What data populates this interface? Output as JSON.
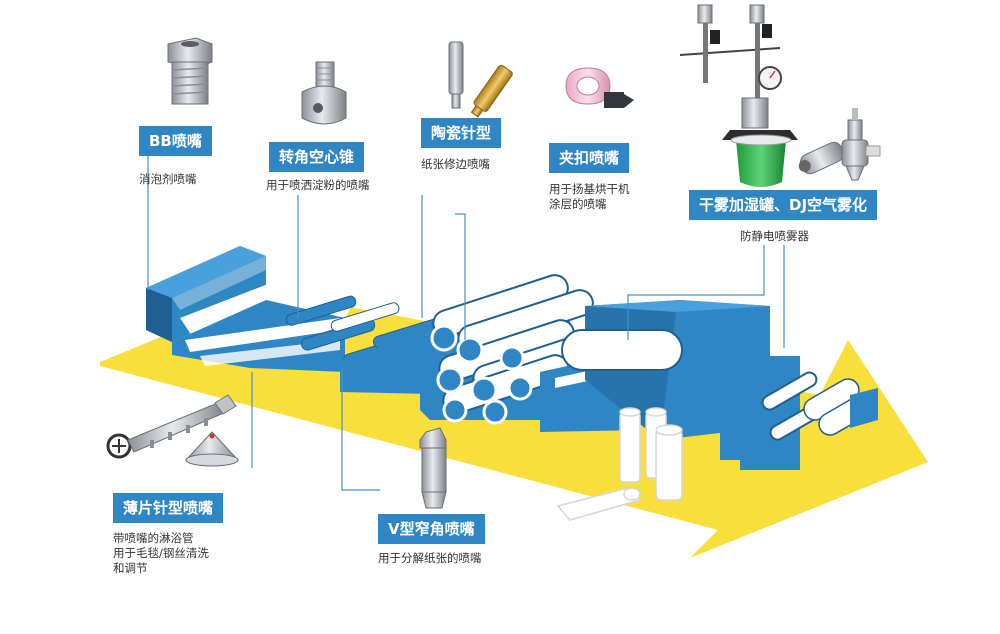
{
  "colors": {
    "arrow": "#f8df3c",
    "machine": "#2f86c4",
    "machine_dark": "#1f5f92",
    "label_bg": "#2f86c4",
    "roller": "#ffffff",
    "leader_line": "#4a90c8"
  },
  "callouts": {
    "bb": {
      "label": "BB喷嘴",
      "desc": [
        "消泡剂喷嘴"
      ],
      "icon": "bb-nozzle-icon"
    },
    "hollow_cone": {
      "label": "转角空心锥",
      "desc": [
        "用于喷洒淀粉的喷嘴"
      ],
      "icon": "hollow-cone-nozzle-icon"
    },
    "ceramic_needle": {
      "label": "陶瓷针型",
      "desc": [
        "纸张修边喷嘴"
      ],
      "icon": "ceramic-needle-nozzle-icon"
    },
    "clamp": {
      "label": "夹扣喷嘴",
      "desc": [
        "用于扬基烘干机",
        "涂层的喷嘴"
      ],
      "icon": "clamp-nozzle-icon"
    },
    "humidifier": {
      "label": "干雾加湿罐、DJ空气雾化",
      "desc": [
        "防静电喷雾器"
      ],
      "icon": "humidifier-atomizer-icon"
    },
    "flat_needle": {
      "label": "薄片针型喷嘴",
      "desc": [
        "带喷嘴的淋浴管",
        "用于毛毯/钢丝清洗",
        "和调节"
      ],
      "icon": "shower-pipe-icon"
    },
    "v_narrow": {
      "label": "V型窄角喷嘴",
      "desc": [
        "用于分解纸张的喷嘴"
      ],
      "icon": "v-narrow-nozzle-icon"
    }
  }
}
